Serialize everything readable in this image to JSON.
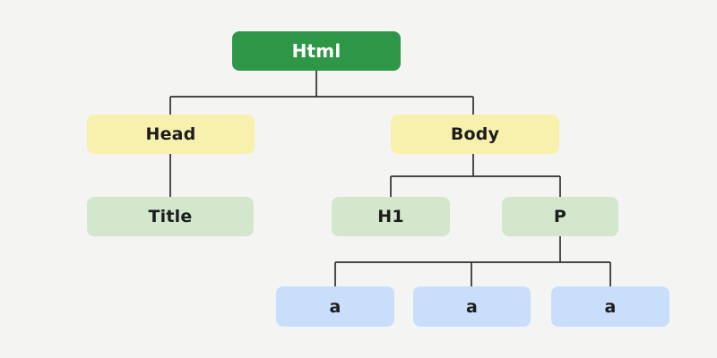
{
  "diagram": {
    "description": "HTML document tree diagram",
    "nodes": {
      "html": {
        "label": "Html",
        "level": "root"
      },
      "head": {
        "label": "Head",
        "level": 1
      },
      "body": {
        "label": "Body",
        "level": 1
      },
      "title": {
        "label": "Title",
        "level": 2
      },
      "h1": {
        "label": "H1",
        "level": 2
      },
      "p": {
        "label": "P",
        "level": 2
      },
      "a1": {
        "label": "a",
        "level": 3
      },
      "a2": {
        "label": "a",
        "level": 3
      },
      "a3": {
        "label": "a",
        "level": 3
      }
    },
    "edges": [
      [
        "html",
        "head"
      ],
      [
        "html",
        "body"
      ],
      [
        "head",
        "title"
      ],
      [
        "body",
        "h1"
      ],
      [
        "body",
        "p"
      ],
      [
        "p",
        "a1"
      ],
      [
        "p",
        "a2"
      ],
      [
        "p",
        "a3"
      ]
    ],
    "colors": {
      "background": "#f4f4f3",
      "root_fill": "#2e9647",
      "root_text": "#ffffff",
      "level1_fill": "#f8f1ae",
      "level2_fill": "#d2e7cc",
      "level3_fill": "#c9defb",
      "node_text": "#1c1c1c",
      "line": "#2f2f2f"
    }
  }
}
